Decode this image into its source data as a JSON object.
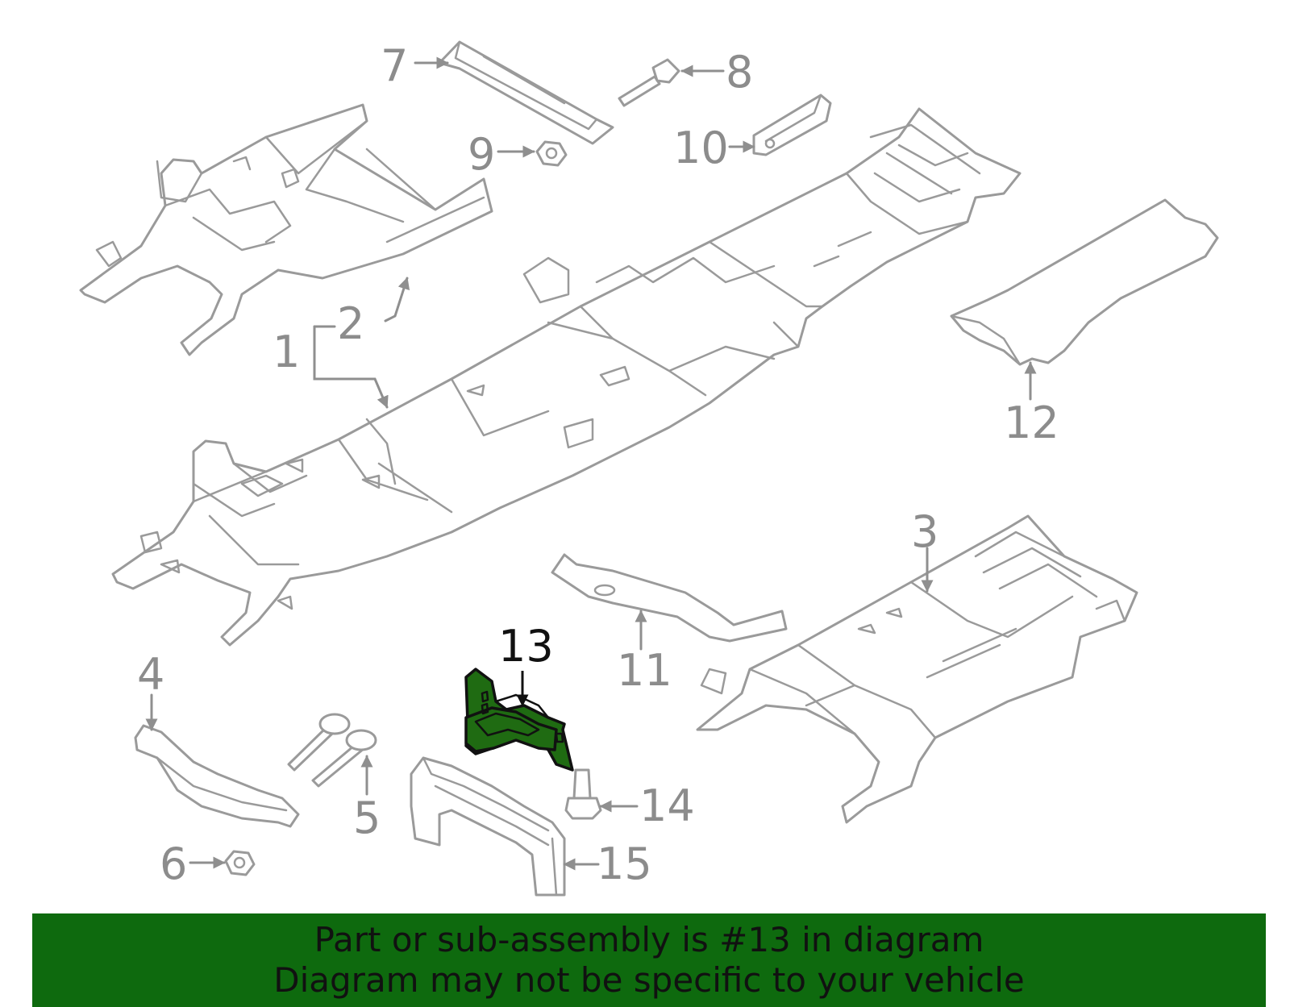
{
  "callouts": [
    {
      "id": "1",
      "label": "1"
    },
    {
      "id": "2",
      "label": "2"
    },
    {
      "id": "3",
      "label": "3"
    },
    {
      "id": "4",
      "label": "4"
    },
    {
      "id": "5",
      "label": "5"
    },
    {
      "id": "6",
      "label": "6"
    },
    {
      "id": "7",
      "label": "7"
    },
    {
      "id": "8",
      "label": "8"
    },
    {
      "id": "9",
      "label": "9"
    },
    {
      "id": "10",
      "label": "10"
    },
    {
      "id": "11",
      "label": "11"
    },
    {
      "id": "12",
      "label": "12"
    },
    {
      "id": "13",
      "label": "13",
      "highlighted": true
    },
    {
      "id": "14",
      "label": "14"
    },
    {
      "id": "15",
      "label": "15"
    }
  ],
  "colors": {
    "highlight_fill": "#1f6b12",
    "part_line": "#9a9a9a",
    "banner_bg": "#0e6a0e",
    "banner_text": "#111111"
  },
  "banner": {
    "line1": "Part or sub-assembly is #13 in diagram",
    "line2": "Diagram may not be specific to your vehicle"
  }
}
